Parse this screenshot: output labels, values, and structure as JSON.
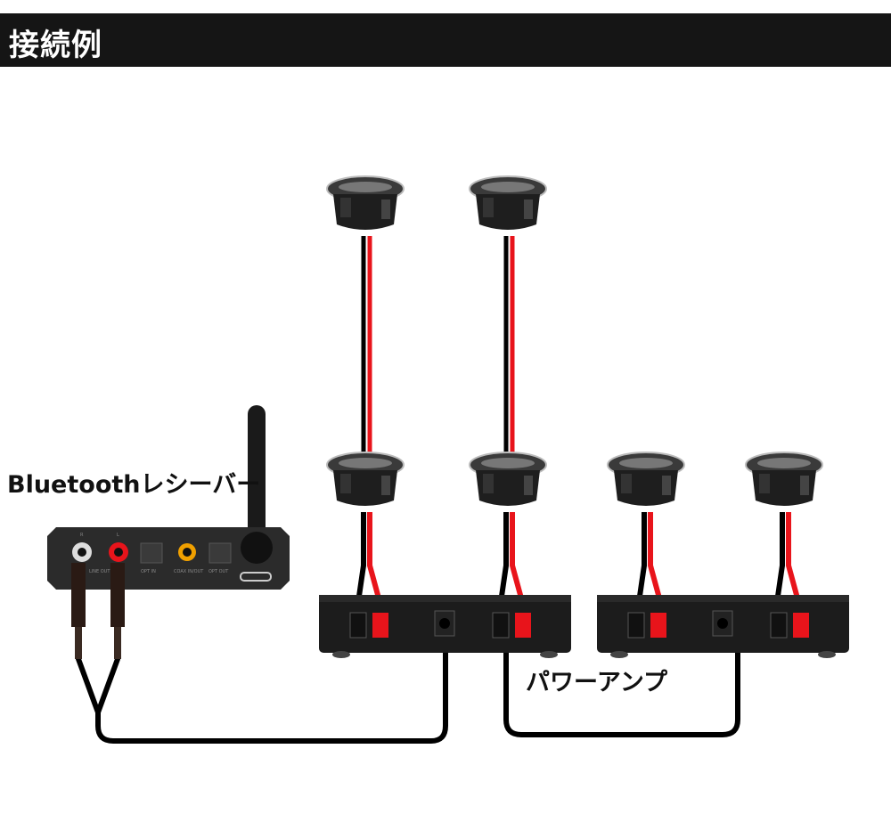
{
  "header": {
    "title": "接続例"
  },
  "labels": {
    "receiver": "Bluetoothレシーバー",
    "amp": "パワーアンプ"
  },
  "receiver_panel": {
    "r": "R",
    "l": "L",
    "line_out": "LINE OUT",
    "opt_in": "OPT IN",
    "coax": "COAX IN/OUT",
    "opt_out": "OPT OUT"
  },
  "colors": {
    "header_bg": "#151515",
    "wire_red": "#e8141b",
    "wire_black": "#000000",
    "device": "#1c1c1c",
    "coax": "#f0a000"
  }
}
